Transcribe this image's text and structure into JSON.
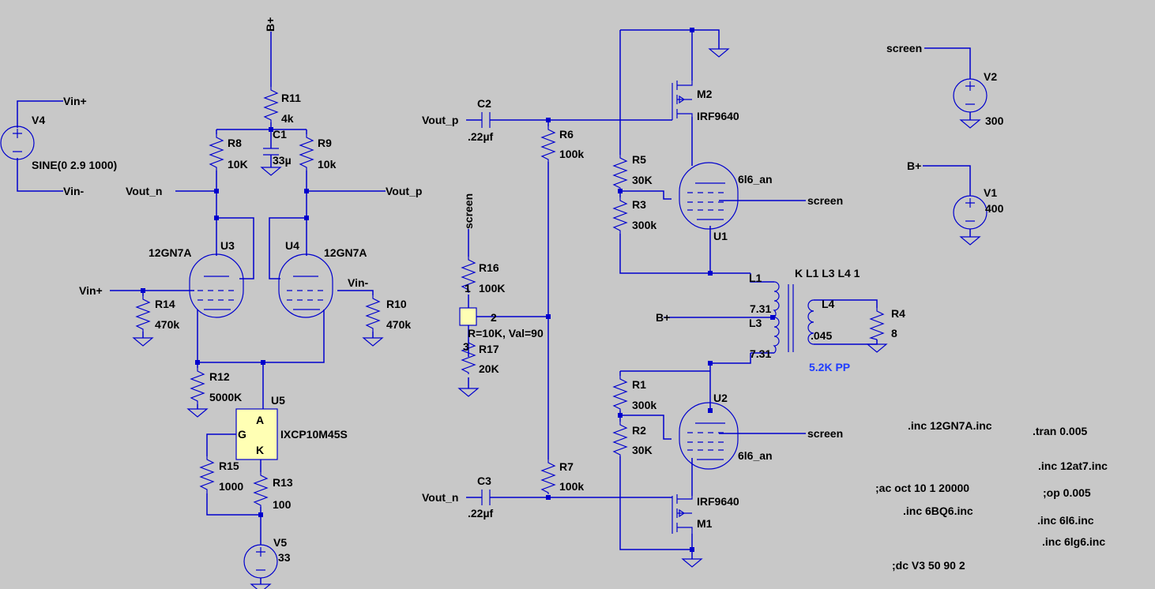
{
  "components": {
    "V4": {
      "name": "V4",
      "value": "SINE(0 2.9 1000)"
    },
    "V5": {
      "name": "V5",
      "value": "33"
    },
    "V2": {
      "name": "V2",
      "value": "300"
    },
    "V1": {
      "name": "V1",
      "value": "400"
    },
    "R11": {
      "name": "R11",
      "value": "4k"
    },
    "C1": {
      "name": "C1",
      "value": "33µ"
    },
    "R8": {
      "name": "R8",
      "value": "10K"
    },
    "R9": {
      "name": "R9",
      "value": "10k"
    },
    "U3": {
      "name": "U3",
      "value": "12GN7A"
    },
    "U4": {
      "name": "U4",
      "value": "12GN7A"
    },
    "R14": {
      "name": "R14",
      "value": "470k"
    },
    "R10": {
      "name": "R10",
      "value": "470k"
    },
    "R12": {
      "name": "R12",
      "value": "5000K"
    },
    "U5": {
      "name": "U5",
      "value": "IXCP10M45S",
      "pin_a": "A",
      "pin_g": "G",
      "pin_k": "K"
    },
    "R15": {
      "name": "R15",
      "value": "1000"
    },
    "R13": {
      "name": "R13",
      "value": "100"
    },
    "C2": {
      "name": "C2",
      "value": ".22µf"
    },
    "C3": {
      "name": "C3",
      "value": ".22µf"
    },
    "R6": {
      "name": "R6",
      "value": "100k"
    },
    "R7": {
      "name": "R7",
      "value": "100k"
    },
    "R16": {
      "name": "R16",
      "value": "100K"
    },
    "R17": {
      "name": "R17",
      "value": "20K"
    },
    "pot": {
      "text": "R=10K, Val=90",
      "pin1": "1",
      "pin2": "2",
      "pin3": "3"
    },
    "M2": {
      "name": "M2",
      "value": "IRF9640"
    },
    "M1": {
      "name": "M1",
      "value": "IRF9640"
    },
    "R5": {
      "name": "R5",
      "value": "30K"
    },
    "R3": {
      "name": "R3",
      "value": "300k"
    },
    "R1": {
      "name": "R1",
      "value": "300k"
    },
    "R2": {
      "name": "R2",
      "value": "30K"
    },
    "U1": {
      "name": "U1",
      "value": "6l6_an"
    },
    "U2": {
      "name": "U2",
      "value": "6l6_an"
    },
    "L1": {
      "name": "L1",
      "value": "7.31"
    },
    "L3": {
      "name": "L3",
      "value": "7.31"
    },
    "L4": {
      "name": "L4",
      "value": ".045"
    },
    "R4": {
      "name": "R4",
      "value": "8"
    },
    "coupling": "K L1 L3 L4 1",
    "transformer_note": "5.2K PP"
  },
  "nets": {
    "bplus": "B+",
    "vin_plus": "Vin+",
    "vin_minus": "Vin-",
    "vout_n": "Vout_n",
    "vout_p": "Vout_p",
    "screen": "screen"
  },
  "directives": [
    ".inc 12GN7A.inc",
    ".tran 0.005",
    ".inc 12at7.inc",
    ";ac oct 10 1 20000",
    ";op 0.005",
    ".inc 6BQ6.inc",
    ".inc 6l6.inc",
    ".inc 6lg6.inc",
    ";dc V3 50 90 2"
  ],
  "colors": {
    "background": "#c8c8c8",
    "wire": "#0000cd",
    "label": "#000000",
    "note": "#1e3cff",
    "ic_fill": "#ffffb4"
  }
}
